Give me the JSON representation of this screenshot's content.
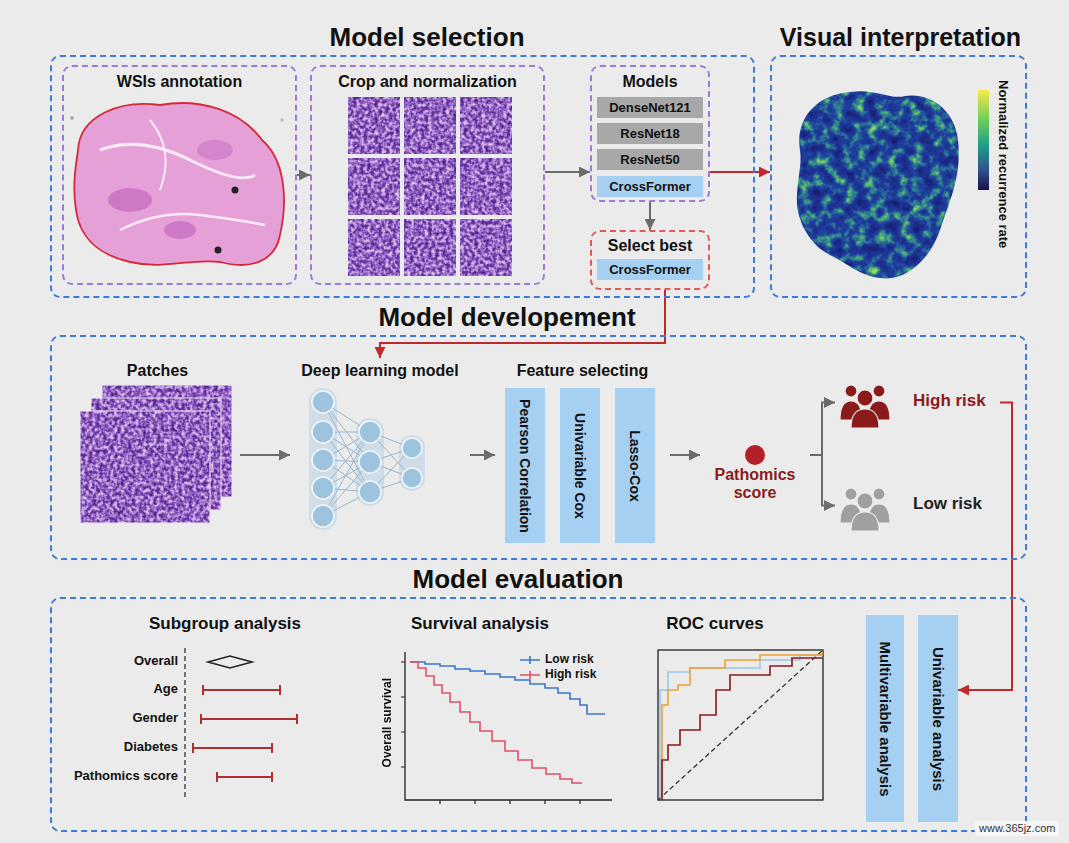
{
  "diagram": {
    "nodes": [
      {
        "text": [
          "Model selection"
        ]
      },
      {
        "text": [
          "WSIs annotation"
        ],
        "in": 0
      },
      {
        "text": [
          "Crop and normalization"
        ],
        "in": 0
      },
      {
        "text": [
          "Models"
        ],
        "in": 0
      },
      {
        "text": [
          "DenseNet121"
        ],
        "in": 3
      },
      {
        "text": [
          "ResNet18"
        ],
        "in": 3
      },
      {
        "text": [
          "ResNet50"
        ],
        "in": 3
      },
      {
        "text": [
          "CrossFormer"
        ],
        "in": 3
      },
      {
        "text": [
          "Select best"
        ],
        "in": 0
      },
      {
        "text": [
          "CrossFormer"
        ],
        "in": 8
      },
      {
        "text": [
          "Visual interpretation"
        ]
      },
      {
        "text": [
          "Model developement"
        ]
      },
      {
        "text": [
          "Patches"
        ],
        "in": 11
      },
      {
        "text": [
          "Deep learning model"
        ],
        "in": 11
      },
      {
        "text": [
          "Feature selecting"
        ],
        "in": 11
      },
      {
        "text": [
          "Pearson Correlation"
        ],
        "in": 14
      },
      {
        "text": [
          "Univariable Cox"
        ],
        "in": 14
      },
      {
        "text": [
          "Lasso-Cox"
        ],
        "in": 14
      },
      {
        "text": [
          "Pathomics score"
        ],
        "in": 11
      },
      {
        "text": [
          "High risk"
        ],
        "in": 11
      },
      {
        "text": [
          "Low risk"
        ],
        "in": 11
      },
      {
        "text": [
          "Model evaluation"
        ]
      },
      {
        "text": [
          "Multivariable analysis"
        ],
        "in": 21
      },
      {
        "text": [
          "Univariable analysis"
        ],
        "in": 21
      }
    ],
    "edges": [
      {
        "from": 1,
        "to": 2,
        "arrow": "to"
      },
      {
        "from": 2,
        "to": 3,
        "arrow": "to"
      },
      {
        "from": 3,
        "to": 8,
        "arrow": "to"
      },
      {
        "from": 3,
        "to": 10,
        "arrow": "to"
      },
      {
        "from": 8,
        "to": 13,
        "arrow": "to"
      },
      {
        "from": 12,
        "to": 13,
        "arrow": "to"
      },
      {
        "from": 13,
        "to": 14,
        "arrow": "to"
      },
      {
        "from": 14,
        "to": 18,
        "arrow": "to"
      },
      {
        "from": 18,
        "to": 19,
        "arrow": "to"
      },
      {
        "from": 18,
        "to": 20,
        "arrow": "to"
      },
      {
        "from": 19,
        "to": 23,
        "arrow": "to"
      }
    ],
    "labels": [
      "Normalized recurrence rate",
      "Subgroup analysis",
      "Overall",
      "Age",
      "Gender",
      "Diabetes",
      "Pathomics score",
      "Survival analysis",
      "Overall survival",
      "ROC curves",
      "www.365jz.com"
    ],
    "legend": [
      {
        "text": "Low risk"
      },
      {
        "text": "High risk"
      }
    ]
  }
}
